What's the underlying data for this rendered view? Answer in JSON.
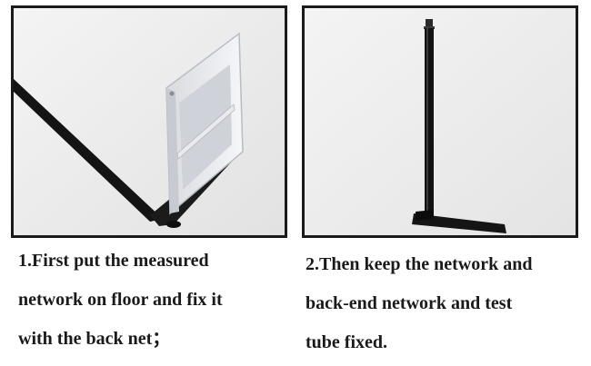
{
  "steps": [
    {
      "lines": [
        "1.First put the measured",
        "network on floor and fix it",
        "with the back net；"
      ]
    },
    {
      "lines": [
        "2.Then keep the network and",
        "back-end network and test",
        "tube fixed."
      ]
    }
  ]
}
